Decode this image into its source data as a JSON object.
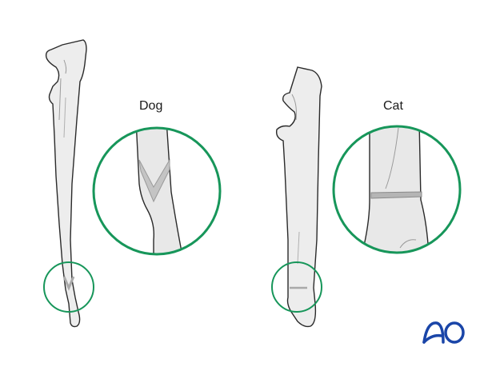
{
  "labels": {
    "dog": "Dog",
    "cat": "Cat"
  },
  "logo": {
    "text": "AO",
    "color": "#1a45a8"
  },
  "colors": {
    "callout_circle": "#17965a",
    "bone_fill": "#eaeaea",
    "bone_outline": "#2a2a2a",
    "fracture_gray": "#a9a9a9"
  },
  "panels": [
    {
      "animal": "Dog",
      "fracture": "V-shaped distal shaft fracture"
    },
    {
      "animal": "Cat",
      "fracture": "Transverse distal shaft fracture"
    }
  ]
}
